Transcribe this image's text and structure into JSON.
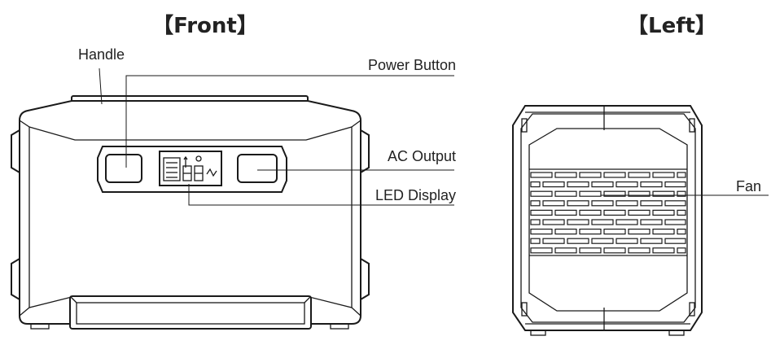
{
  "front_view": {
    "title": "【Front】",
    "labels": {
      "handle": "Handle",
      "power_button": "Power Button",
      "ac_output": "AC Output",
      "led_display": "LED Display"
    }
  },
  "left_view": {
    "title": "【Left】",
    "labels": {
      "fan": "Fan"
    }
  }
}
